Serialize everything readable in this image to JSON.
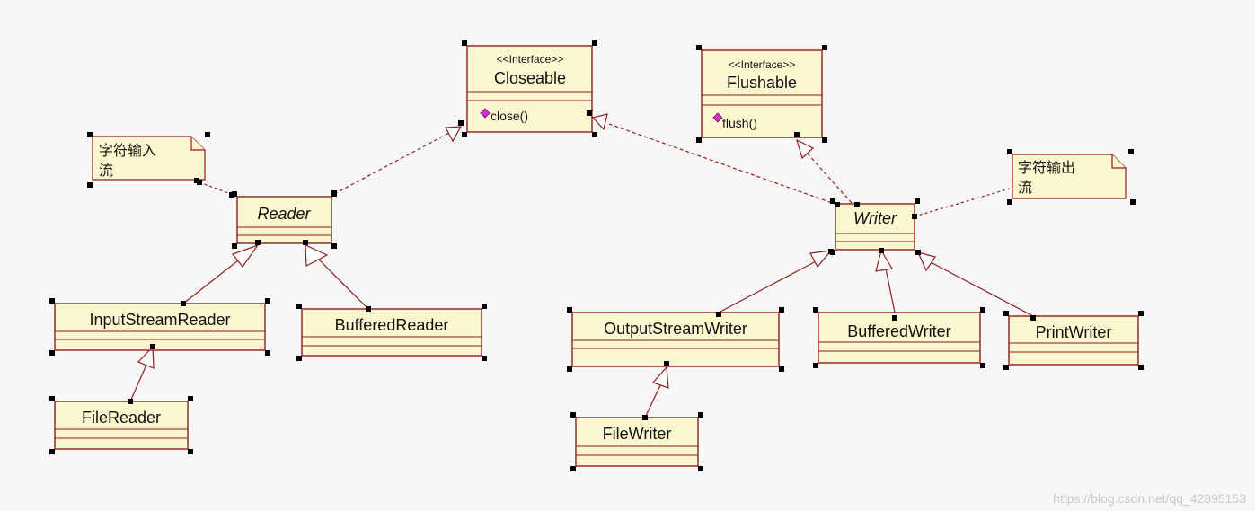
{
  "classes": {
    "closeable": {
      "stereotype": "<<Interface>>",
      "name": "Closeable",
      "operation": "close()"
    },
    "flushable": {
      "stereotype": "<<Interface>>",
      "name": "Flushable",
      "operation": "flush()"
    },
    "reader": {
      "name": "Reader"
    },
    "writer": {
      "name": "Writer"
    },
    "input_stream_reader": {
      "name": "InputStreamReader"
    },
    "buffered_reader": {
      "name": "BufferedReader"
    },
    "file_reader": {
      "name": "FileReader"
    },
    "output_stream_writer": {
      "name": "OutputStreamWriter"
    },
    "buffered_writer": {
      "name": "BufferedWriter"
    },
    "print_writer": {
      "name": "PrintWriter"
    },
    "file_writer": {
      "name": "FileWriter"
    }
  },
  "notes": {
    "char_input": {
      "line1": "字符输入",
      "line2": "流"
    },
    "char_output": {
      "line1": "字符输出",
      "line2": "流"
    }
  },
  "watermark": "https://blog.csdn.net/qq_42895153",
  "colors": {
    "box_fill": "#fcf7cf",
    "border": "#8e1e1e",
    "operation_icon": "#cc33cc"
  }
}
